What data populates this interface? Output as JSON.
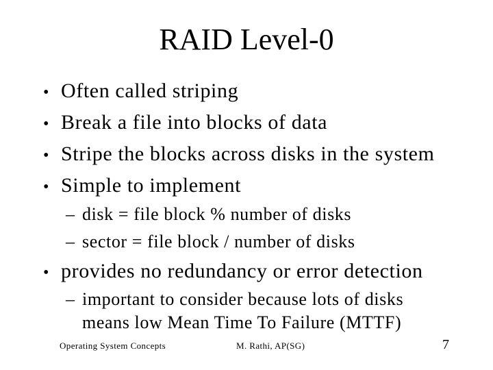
{
  "slide": {
    "title": "RAID Level-0",
    "bullets": [
      {
        "level": 1,
        "marker": "•",
        "text": "Often called striping"
      },
      {
        "level": 1,
        "marker": "•",
        "text": "Break a file into blocks of data"
      },
      {
        "level": 1,
        "marker": "•",
        "text": "Stripe the blocks across disks in the system"
      },
      {
        "level": 1,
        "marker": "•",
        "text": "Simple to implement"
      },
      {
        "level": 2,
        "marker": "–",
        "text": "disk = file block % number of disks"
      },
      {
        "level": 2,
        "marker": "–",
        "text": "sector = file block / number of disks"
      },
      {
        "level": 1,
        "marker": "•",
        "text": "provides no redundancy or error detection"
      },
      {
        "level": 2,
        "marker": "–",
        "text": "important to consider because lots of disks means low Mean Time To Failure (MTTF)"
      }
    ],
    "footer": {
      "left": "Operating System Concepts",
      "center": "M. Rathi, AP(SG)",
      "page_number": "7"
    },
    "colors": {
      "background": "#ffffff",
      "text": "#000000"
    }
  }
}
